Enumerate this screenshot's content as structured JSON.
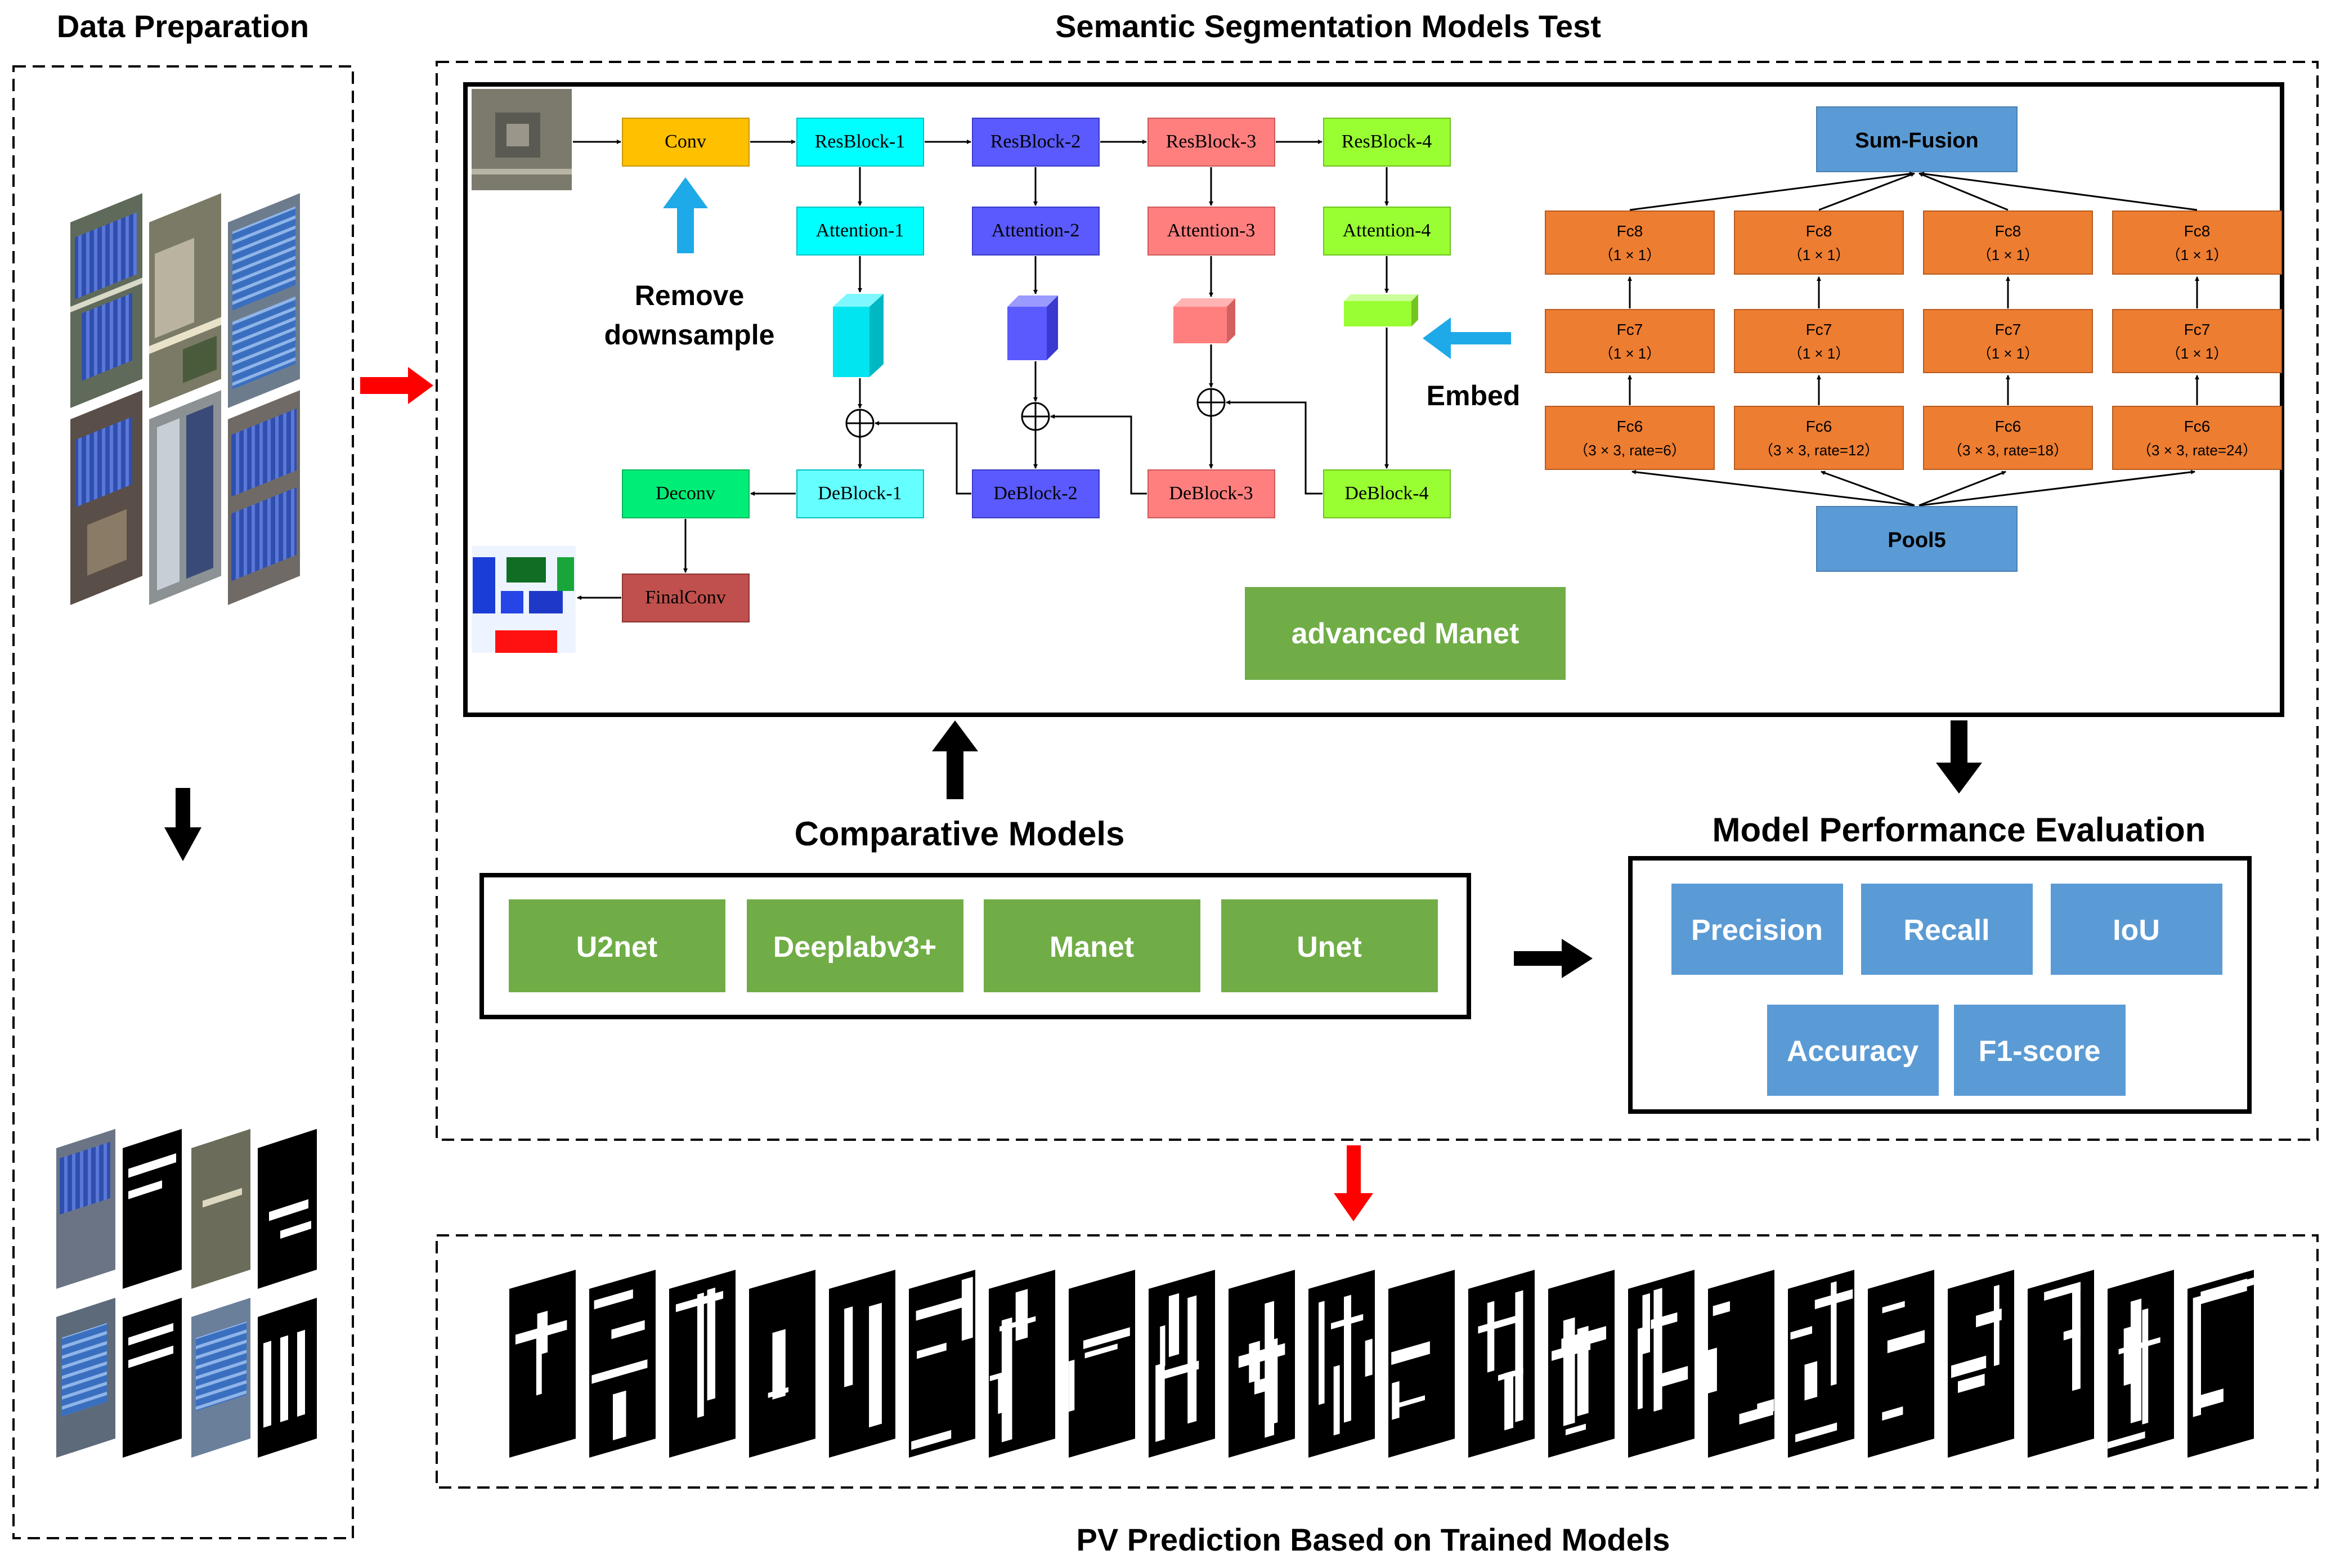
{
  "titles": {
    "data_preparation": "Data Preparation",
    "semantic_test": "Semantic Segmentation Models Test",
    "pv_prediction": "PV Prediction Based on Trained Models"
  },
  "manet": {
    "conv": "Conv",
    "resblocks": [
      "ResBlock-1",
      "ResBlock-2",
      "ResBlock-3",
      "ResBlock-4"
    ],
    "attentions": [
      "Attention-1",
      "Attention-2",
      "Attention-3",
      "Attention-4"
    ],
    "deblocks": [
      "DeBlock-1",
      "DeBlock-2",
      "DeBlock-3",
      "DeBlock-4"
    ],
    "deconv": "Deconv",
    "finalconv": "FinalConv",
    "remove_line1": "Remove",
    "remove_line2": "downsample",
    "embed": "Embed",
    "advanced": "advanced Manet",
    "block_colors": [
      "#00ffff",
      "#5a5aff",
      "#ff7f7f",
      "#99ff33"
    ]
  },
  "aspp": {
    "sum_fusion": "Sum-Fusion",
    "pool5": "Pool5",
    "fc8": {
      "name": "Fc8",
      "size": "（1 × 1）"
    },
    "fc7": {
      "name": "Fc7",
      "size": "（1 × 1）"
    },
    "fc6_name": "Fc6",
    "fc6_sizes": [
      "（3 × 3, rate=6）",
      "（3 × 3, rate=12）",
      "（3 × 3, rate=18）",
      "（3 × 3, rate=24）"
    ]
  },
  "comparative": {
    "title": "Comparative Models",
    "models": [
      "U2net",
      "Deeplabv3+",
      "Manet",
      "Unet"
    ]
  },
  "evaluation": {
    "title": "Model Performance Evaluation",
    "metrics": [
      "Precision",
      "Recall",
      "IoU",
      "Accuracy",
      "F1-score"
    ]
  },
  "colors": {
    "conv": "#ffc000",
    "deconv": "#00ee77",
    "finalconv": "#c0504d",
    "aspp": "#ed7d31",
    "blue_box": "#5b9bd5",
    "green_box": "#70ad47",
    "red_arrow": "#ff0000",
    "cyan_arrow": "#1ea9e8"
  }
}
